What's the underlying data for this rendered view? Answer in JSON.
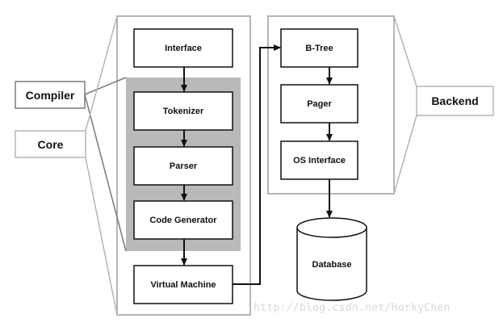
{
  "diagram": {
    "core_modules": {
      "interface": "Interface",
      "tokenizer": "Tokenizer",
      "parser": "Parser",
      "code_generator": "Code Generator",
      "virtual_machine": "Virtual Machine"
    },
    "backend_modules": {
      "btree": "B-Tree",
      "pager": "Pager",
      "os_interface": "OS Interface",
      "database": "Database"
    },
    "callouts": {
      "compiler": "Compiler",
      "core": "Core",
      "backend": "Backend"
    },
    "watermark": "http://blog.csdn.net/HorkyChen",
    "colors": {
      "line": "#111111",
      "group_border": "#b5b5b5",
      "compiler_fill": "#b9b9b9",
      "box_fill": "#ffffff"
    }
  }
}
